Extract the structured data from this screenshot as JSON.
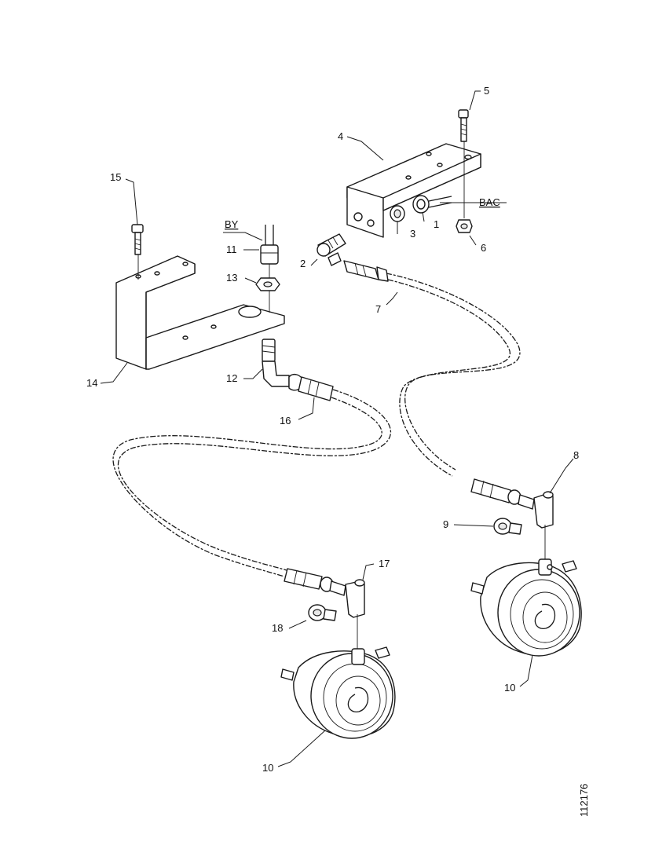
{
  "callouts": {
    "c1": "1",
    "c2": "2",
    "c3": "3",
    "c4": "4",
    "c5": "5",
    "c6": "6",
    "c7": "7",
    "c8": "8",
    "c9": "9",
    "c10a": "10",
    "c10b": "10",
    "c11": "11",
    "c12": "12",
    "c13": "13",
    "c14": "14",
    "c15": "15",
    "c16": "16",
    "c17": "17",
    "c18": "18"
  },
  "codes": {
    "bac": "BAC",
    "by": "BY"
  },
  "reference_number": "112176"
}
